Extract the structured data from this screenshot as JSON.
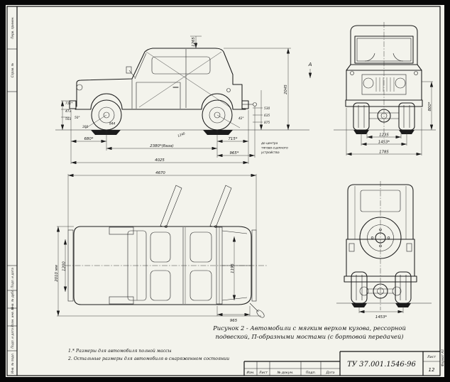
{
  "margin_labels": [
    "Перв. примен.",
    "Справ. №",
    "Подп. и дата",
    "Инв. № дубл.",
    "Взам. инв. №",
    "Подп. и дата",
    "Инв. № подл."
  ],
  "side_view": {
    "dims": {
      "overall_height": "2045",
      "top_length": "1265",
      "h711": "711*",
      "h473": "473",
      "h503": "503",
      "h300": "300",
      "w844": "844",
      "angle_front": "50°",
      "angle_rear": "42°",
      "diag": "1240",
      "h530": "530",
      "h635": "635",
      "h875": "875",
      "front_overhang": "680*",
      "wheelbase": "2380*(база)",
      "rear_overhang": "715*",
      "rear_to_hitch": "965*",
      "overall_length": "4025",
      "view_arrow": "А",
      "tow1": "до центра",
      "tow2": "тягово-сцепного",
      "tow3": "устройства"
    }
  },
  "front_view": {
    "dims": {
      "spring_track": "1235",
      "track": "1453*",
      "overall_width": "1785",
      "side_height": "800*"
    }
  },
  "top_view": {
    "dims": {
      "overall_length_doors": "4670",
      "w1200": "1200",
      "width_mirrors": "2010 мм",
      "w1195": "1195",
      "w965": "965"
    }
  },
  "rear_view": {
    "dims": {
      "track": "1453*"
    }
  },
  "caption": {
    "line1": "Рисунок 2 - Автомобили с мягким верхом кузова, рессорной",
    "line2": "подвеской, П-образными мостами (с бортовой передачей)"
  },
  "notes": {
    "n1": "1.* Размеры для автомобиля полной массы",
    "n2": "2. Остальные размеры для автомобиля в снаряженном состоянии"
  },
  "title_block": {
    "headers": {
      "izm": "Изм.",
      "list": "Лист",
      "dokum": "№ докум.",
      "podp": "Подп.",
      "data": "Дата"
    },
    "doc_number": "ТУ 37.001.1546-96",
    "sheet_label": "Лист",
    "sheet_number": "12",
    "format_label": "Формат А3"
  }
}
